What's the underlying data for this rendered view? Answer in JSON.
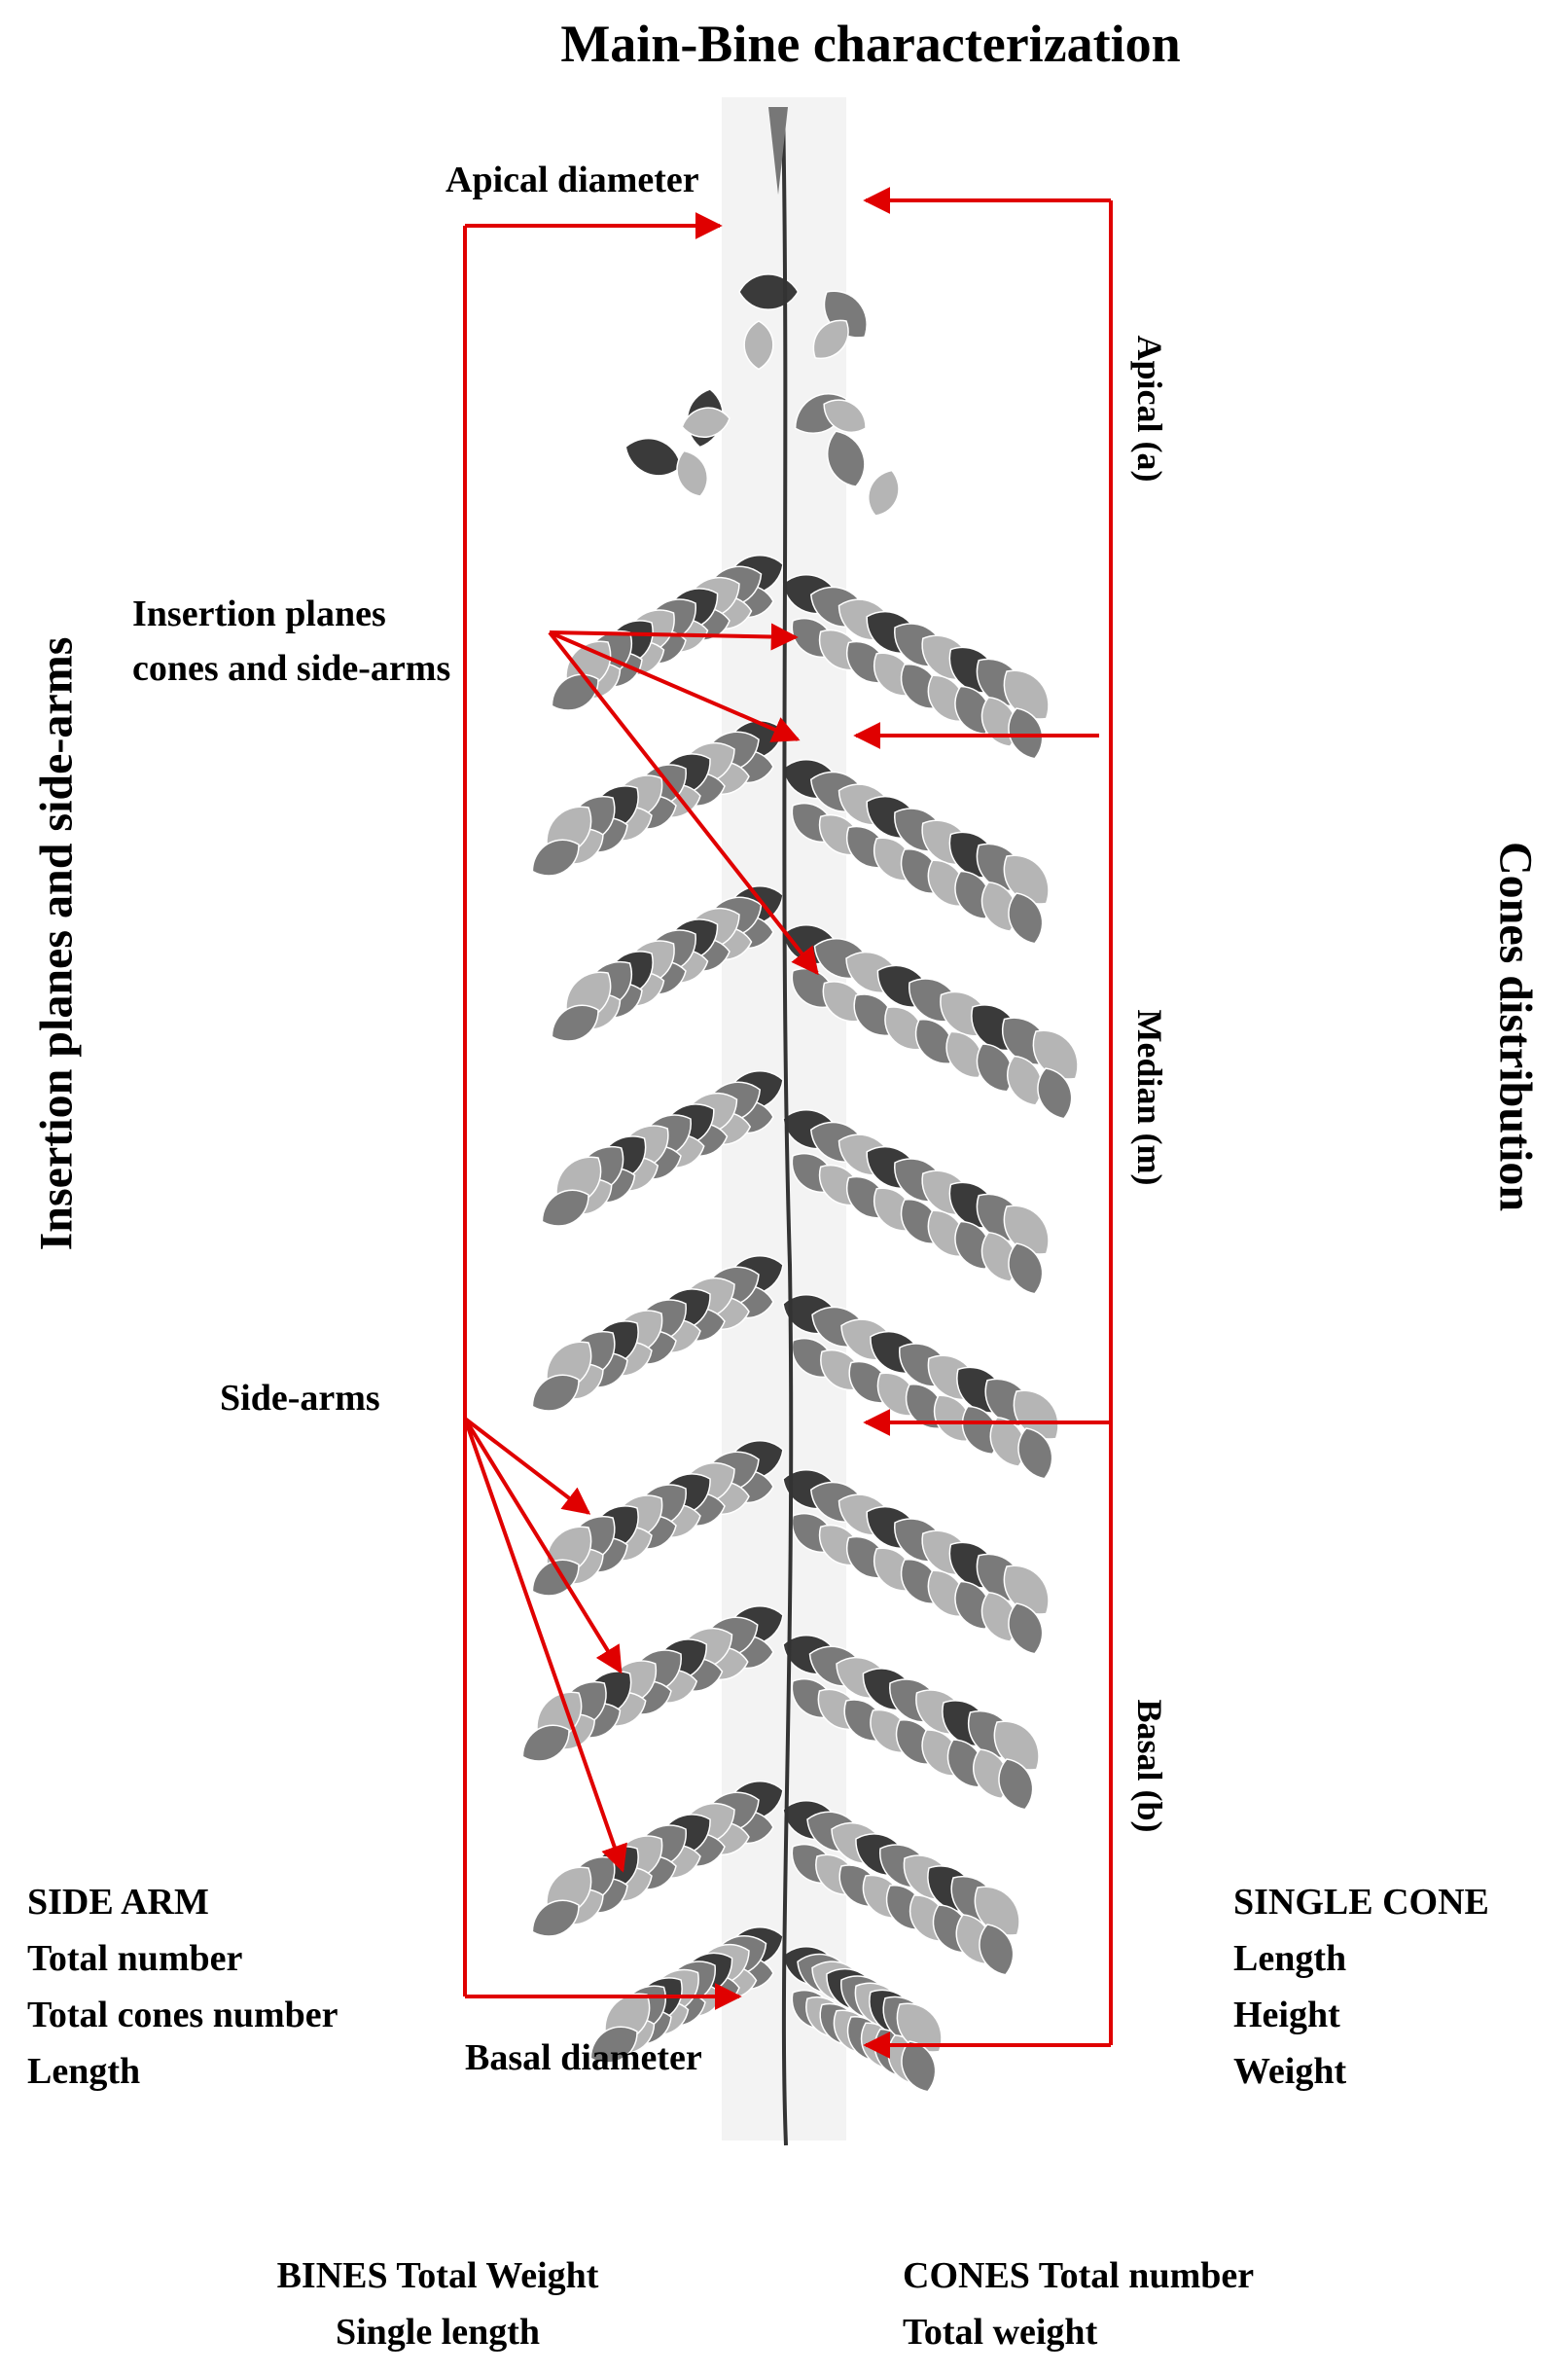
{
  "title": "Main-Bine characterization",
  "left_vertical": "Insertion planes and side-arms",
  "right_vertical": "Cones distribution",
  "labels": {
    "apical_diameter": "Apical diameter",
    "insertion_line1": "Insertion planes",
    "insertion_line2": "cones and side-arms",
    "side_arms": "Side-arms",
    "basal_diameter": "Basal diameter"
  },
  "segments": {
    "apical": "Apical (a)",
    "median": "Median (m)",
    "basal": "Basal (b)"
  },
  "side_arm_block": [
    "SIDE ARM",
    "Total number",
    "Total cones number",
    "Length"
  ],
  "single_cone_block": [
    "SINGLE CONE",
    "Length",
    "Height",
    "Weight"
  ],
  "bines_block": [
    "BINES Total Weight",
    "Single length"
  ],
  "cones_block": [
    "CONES Total number",
    "Total weight"
  ],
  "colors": {
    "arrow": "#e00000",
    "plant_dark": "#3a3a3a",
    "plant_mid": "#7a7a7a",
    "plant_light": "#b5b5b5"
  }
}
